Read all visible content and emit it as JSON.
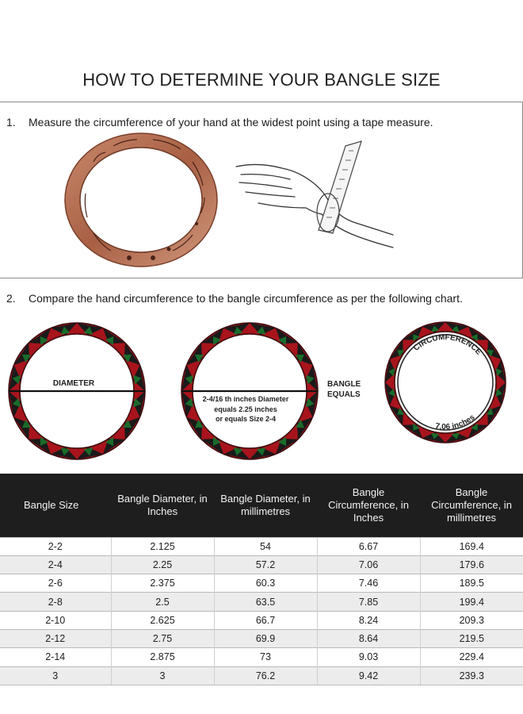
{
  "title": "HOW TO DETERMINE YOUR BANGLE SIZE",
  "steps": [
    {
      "number": "1.",
      "text": "Measure the circumference of your hand at the widest point using a tape measure."
    },
    {
      "number": "2.",
      "text": "Compare the hand circumference to the bangle circumference as per the following chart."
    }
  ],
  "bangle_labels": {
    "diameter": "DIAMETER",
    "size_note_line1": "2-4/16 th inches Diameter",
    "size_note_line2": "equals 2.25 inches",
    "size_note_line3": "or equals Size 2-4",
    "equals_line1": "BANGLE",
    "equals_line2": "EQUALS",
    "circumference": "CIRCUMFERENCE",
    "circ_value": "7.06 inches"
  },
  "table": {
    "headers": [
      "Bangle Size",
      "Bangle Diameter, in Inches",
      "Bangle Diameter, in millimetres",
      "Bangle Circumference, in Inches",
      "Bangle Circumference, in millimetres"
    ],
    "rows": [
      [
        "2-2",
        "2.125",
        "54",
        "6.67",
        "169.4"
      ],
      [
        "2-4",
        "2.25",
        "57.2",
        "7.06",
        "179.6"
      ],
      [
        "2-6",
        "2.375",
        "60.3",
        "7.46",
        "189.5"
      ],
      [
        "2-8",
        "2.5",
        "63.5",
        "7.85",
        "199.4"
      ],
      [
        "2-10",
        "2.625",
        "66.7",
        "8.24",
        "209.3"
      ],
      [
        "2-12",
        "2.75",
        "69.9",
        "8.64",
        "219.5"
      ],
      [
        "2-14",
        "2.875",
        "73",
        "9.03",
        "229.4"
      ],
      [
        "3",
        "3",
        "76.2",
        "9.42",
        "239.3"
      ]
    ]
  },
  "colors": {
    "bangle_red": "#a8141c",
    "bangle_green": "#1a6b2a",
    "bangle_dark": "#1a1a1a",
    "copper": "#b06a4e",
    "header_bg": "#1e1e1e"
  }
}
